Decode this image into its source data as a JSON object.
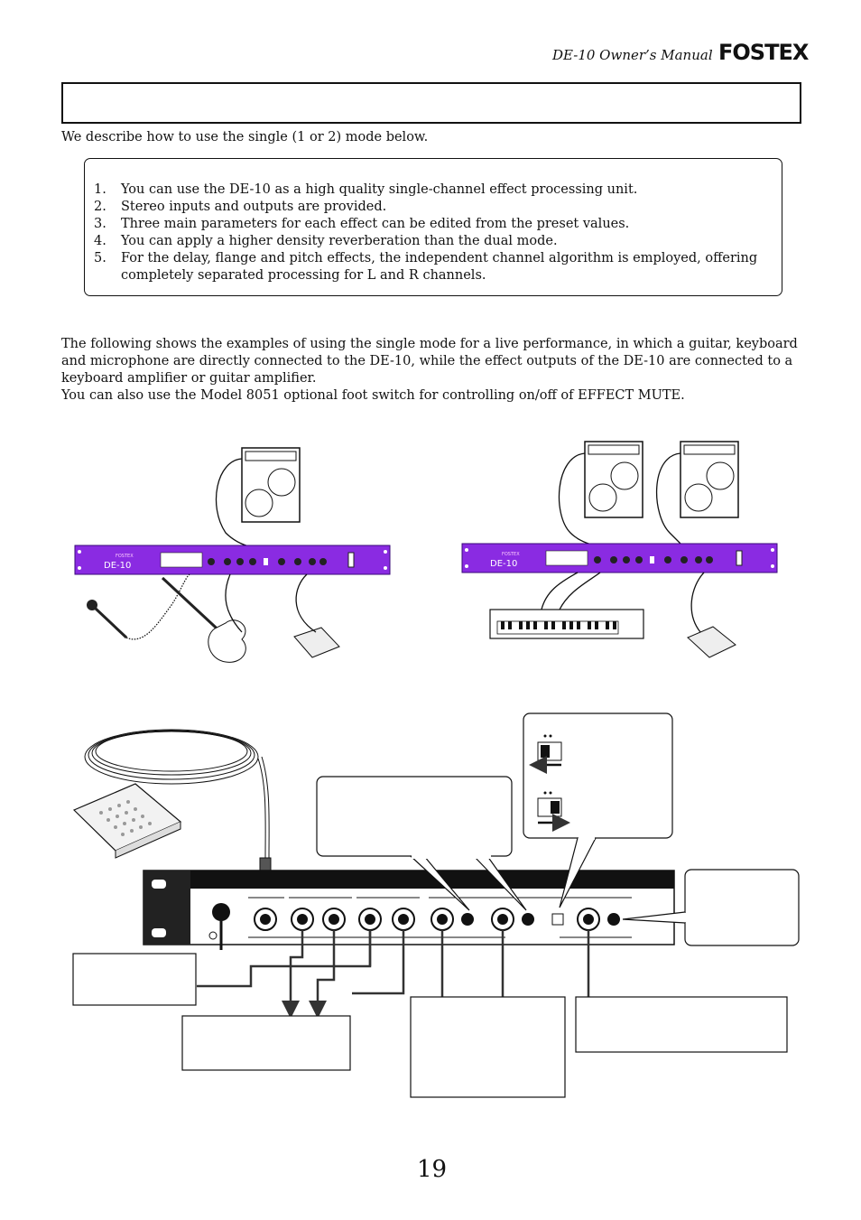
{
  "header": {
    "manual_title": "DE-10  Owner’s Manual",
    "brand": "FOSTEX"
  },
  "intro": "We describe how to use the single (1 or 2) mode below.",
  "features": [
    {
      "num": "1.",
      "text": "You can use the DE-10 as a high quality single-channel effect processing unit."
    },
    {
      "num": "2.",
      "text": "Stereo inputs and outputs are provided."
    },
    {
      "num": "3.",
      "text": "Three main parameters for each effect can be edited from the preset values."
    },
    {
      "num": "4.",
      "text": "You can apply a higher density reverberation than the dual mode."
    },
    {
      "num": "5.",
      "text": "For the delay, flange and pitch effects, the independent channel algorithm is employed, offering completely separated processing for L and R channels."
    }
  ],
  "body_lines": [
    "The following shows the examples of using the single mode for a live performance, in which a guitar, keyboard",
    "and microphone are directly connected to the DE-10, while the effect outputs of the DE-10 are connected to a",
    "keyboard amplifier or guitar amplifier.",
    "You can also use the Model 8051 optional foot switch for controlling on/off of EFFECT MUTE."
  ],
  "device": {
    "brand_small": "FOSTEX",
    "model": "DE-10"
  },
  "page_number": "19",
  "colors": {
    "rack_purple": "#8a2be2",
    "ink": "#111111",
    "gray_panel": "#e5e5e5"
  }
}
